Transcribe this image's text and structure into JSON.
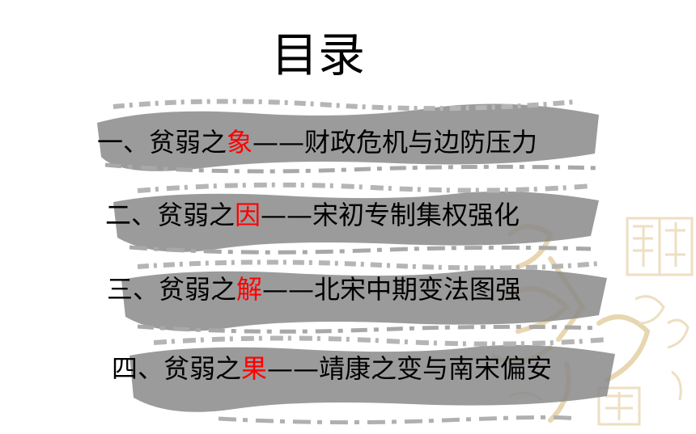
{
  "title": "目录",
  "accent_color": "#ff0000",
  "items": [
    {
      "prefix": "一、贫弱之",
      "highlight": "象",
      "dash": "——",
      "suffix": "财政危机与边防压力"
    },
    {
      "prefix": "二、贫弱之",
      "highlight": "因",
      "dash": "——",
      "suffix": "宋初专制集权强化"
    },
    {
      "prefix": "三、贫弱之",
      "highlight": "解",
      "dash": "——",
      "suffix": "北宋中期变法图强"
    },
    {
      "prefix": "四、贫弱之",
      "highlight": "果",
      "dash": "——",
      "suffix": "靖康之变与南宋偏安"
    }
  ]
}
